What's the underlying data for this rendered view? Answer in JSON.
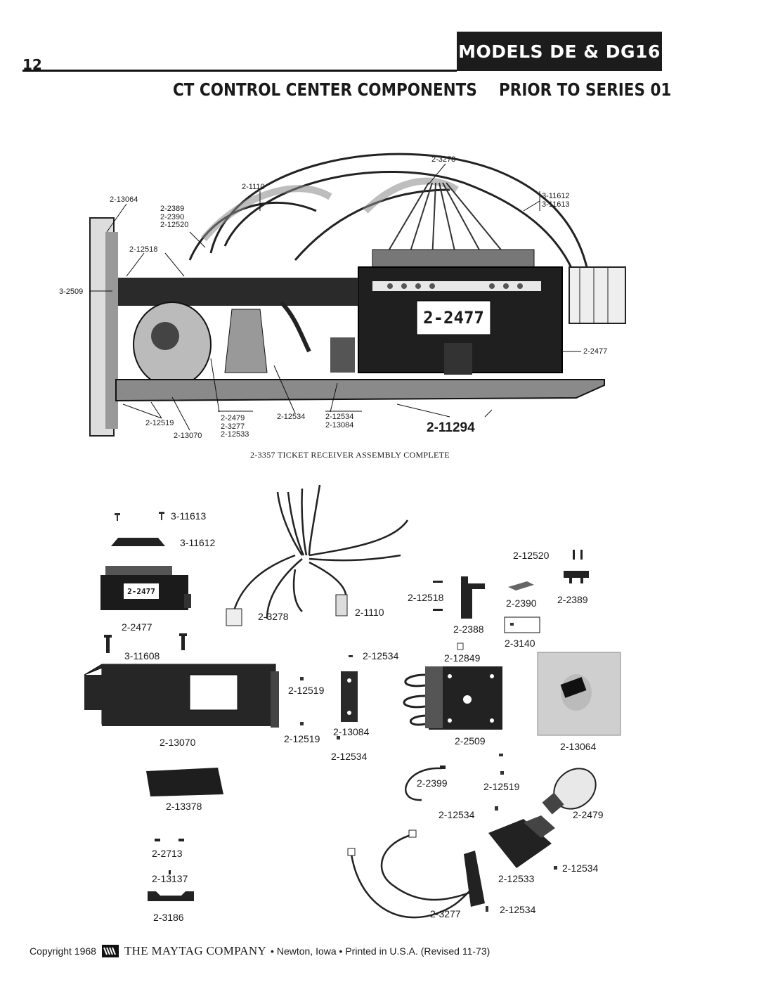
{
  "header": {
    "page_number": "12",
    "banner": "MODELS DE & DG16",
    "title": "CT CONTROL CENTER COMPONENTS",
    "subtitle": "PRIOR TO SERIES 01"
  },
  "assembly": {
    "caption": "2-3357 TICKET RECEIVER ASSEMBLY COMPLETE",
    "main_label": "2-11294",
    "module_label": "2-2477",
    "callouts": {
      "c_3278": "2-3278",
      "c_1110": "2-1110",
      "c_13064": "2-13064",
      "c_2389": "2-2389",
      "c_2390": "2-2390",
      "c_12520": "2-12520",
      "c_12518": "2-12518",
      "c_3_2509": "3-2509",
      "c_3_11612": "3-11612",
      "c_3_11613": "3-11613",
      "c_2477": "2-2477",
      "c_12519": "2-12519",
      "c_13070": "2-13070",
      "c_2479": "2-2479",
      "c_3277": "2-3277",
      "c_12533": "2-12533",
      "c_12534_a": "2-12534",
      "c_12534_b": "2-12534",
      "c_13084": "2-13084"
    }
  },
  "exploded": {
    "p_3_11613": "3-11613",
    "p_3_11612": "3-11612",
    "p_2477": "2-2477",
    "p_2477_face": "2-2477",
    "p_3278": "2-3278",
    "p_1110": "2-1110",
    "p_12520": "2-12520",
    "p_12518": "2-12518",
    "p_2390": "2-2390",
    "p_2389": "2-2389",
    "p_2388": "2-2388",
    "p_3140": "2-3140",
    "p_3_11608": "3-11608",
    "p_12534_a": "2-12534",
    "p_12849": "2-12849",
    "p_12519_a": "2-12519",
    "p_12519_b": "2-12519",
    "p_13084": "2-13084",
    "p_12534_b": "2-12534",
    "p_2509": "2-2509",
    "p_13064": "2-13064",
    "p_13070": "2-13070",
    "p_2399": "2-2399",
    "p_12519_c": "2-12519",
    "p_13378": "2-13378",
    "p_12534_c": "2-12534",
    "p_2479": "2-2479",
    "p_12533": "2-12533",
    "p_12534_d": "2-12534",
    "p_12534_e": "2-12534",
    "p_3277": "2-3277",
    "p_2713": "2-2713",
    "p_13137": "2-13137",
    "p_3186": "2-3186"
  },
  "footer": {
    "copyright": "Copyright 1968",
    "company": "THE MAYTAG COMPANY",
    "location": "• Newton, Iowa • Printed in U.S.A. (Revised 11-73)"
  }
}
